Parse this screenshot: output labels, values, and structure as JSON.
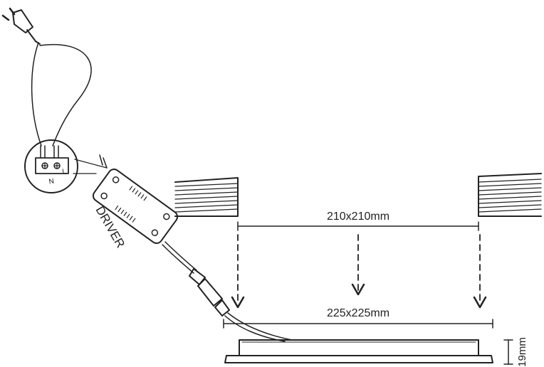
{
  "labels": {
    "cutout_dimension": "210x210mm",
    "panel_dimension": "225x225mm",
    "panel_thickness": "19mm",
    "driver": "DRIVER",
    "terminal_n": "N",
    "terminal_l": "L"
  },
  "colors": {
    "line": "#222222",
    "background": "#ffffff"
  }
}
